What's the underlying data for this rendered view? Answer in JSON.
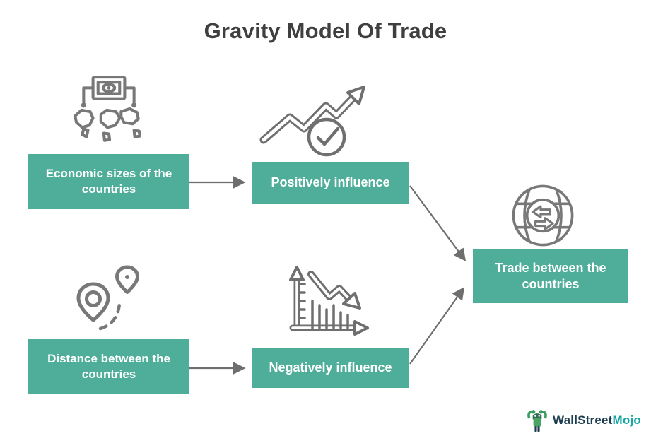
{
  "title": "Gravity Model Of Trade",
  "nodes": {
    "economic": "Economic sizes of the countries",
    "positive": "Positively influence",
    "distance": "Distance between the countries",
    "negative": "Negatively influence",
    "trade": "Trade between the countries"
  },
  "icons": {
    "economy": "money-world-map-icon",
    "positive": "rising-zigzag-arrow-check-icon",
    "distance": "map-pins-route-icon",
    "negative": "declining-bar-chart-arrow-icon",
    "trade": "globe-exchange-arrows-icon",
    "logo": "wallstreetmojo-mascot-icon"
  },
  "colors": {
    "box_bg": "#4FAE99",
    "box_text": "#FFFFFF",
    "arrow": "#6E6E6E",
    "icon_stroke": "#787878",
    "title": "#3F3F3F",
    "logo_primary": "#1D3D50",
    "logo_accent": "#17A7A3"
  },
  "logo": {
    "text_primary": "WallStreet",
    "text_accent": "Mojo"
  }
}
